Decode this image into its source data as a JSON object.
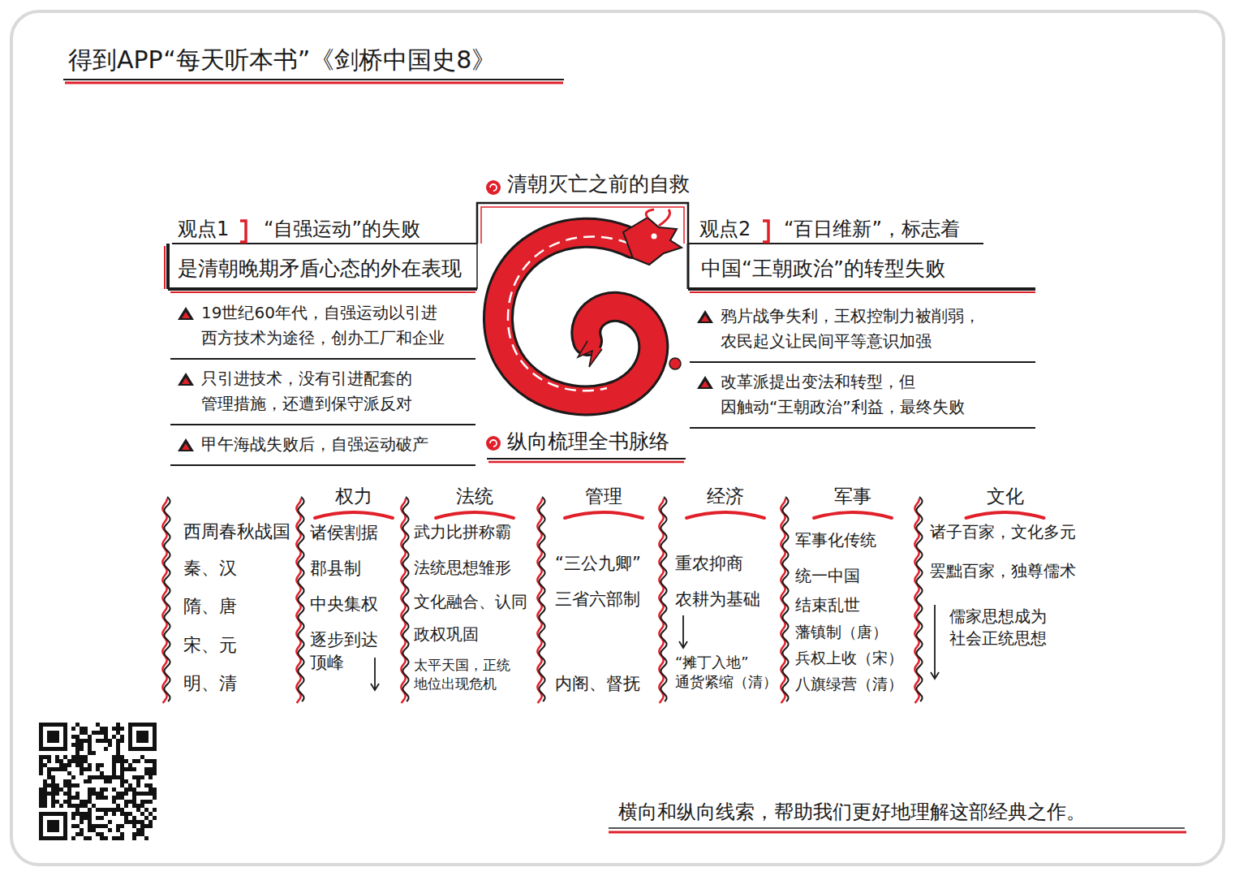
{
  "diagram": {
    "title": "得到APP“每天听本书”《剑桥中国史8》",
    "caption": "横向和纵向线索，帮助我们更好地理解这部经典之作。",
    "nodes": [
      {
        "text": [
          "观点1",
          "“自强运动”的失败",
          "是清朝晚期矛盾心态的外在表现"
        ]
      },
      {
        "text": [
          "19世纪60年代，自强运动以引进 西方技术为途径，创办工厂和企业"
        ]
      },
      {
        "text": [
          "只引进技术，没有引进配套的 管理措施，还遭到保守派反对"
        ]
      },
      {
        "text": [
          "甲午海战失败后，自强运动破产"
        ]
      },
      {
        "text": [
          "观点2",
          "“百日维新”，标志着",
          "中国“王朝政治”的转型失败"
        ]
      },
      {
        "text": [
          "鸦片战争失利，王权控制力被削弱， 农民起义让民间平等意识加强"
        ]
      },
      {
        "text": [
          "改革派提出变法和转型，但 因触动“王朝政治”利益，最终失败"
        ]
      },
      {
        "text": [
          "西周春秋战国",
          "秦、汉",
          "隋、唐",
          "宋、元",
          "明、清"
        ]
      },
      {
        "text": [
          "权力",
          "诸侯割据",
          "郡县制",
          "中央集权",
          "逐步到达 顶峰"
        ]
      },
      {
        "text": [
          "法统",
          "武力比拼称霸",
          "法统思想雏形",
          "文化融合、认同",
          "政权巩固",
          "太平天国，正统 地位出现危机"
        ]
      },
      {
        "text": [
          "管理",
          "“三公九卿”",
          "三省六部制",
          "内阁、督抚"
        ]
      },
      {
        "text": [
          "经济",
          "重农抑商",
          "农耕为基础",
          "“摊丁入地” 通货紧缩（清）"
        ]
      },
      {
        "text": [
          "军事",
          "军事化传统",
          "统一中国",
          "结束乱世",
          "藩镇制（唐）",
          "兵权上收（宋）",
          "八旗绿营（清）"
        ]
      },
      {
        "text": [
          "文化",
          "诸子百家，文化多元",
          "罢黜百家，独尊儒术",
          "儒家思想成为 社会正统思想"
        ]
      }
    ],
    "labels": [
      "清朝灭亡之前的自救",
      "纵向梳理全书脉络"
    ]
  }
}
